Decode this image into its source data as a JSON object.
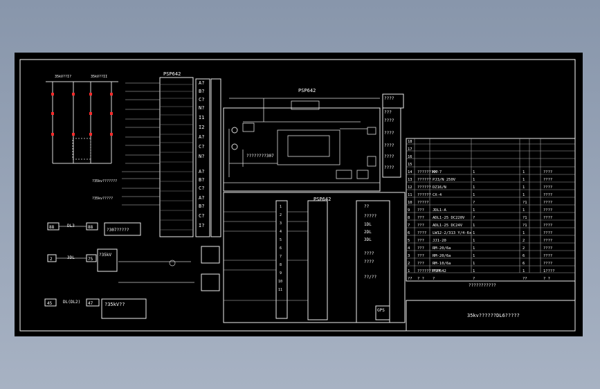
{
  "left_panel": {
    "bus_a": "35kV??I?",
    "bus_b": "35kV??II",
    "v_label_1": "?35kv???????",
    "v_label_2": "?35kv?????"
  },
  "devices": {
    "psp642_top": "PSP642",
    "psp642_mid": "PSP642",
    "psp642_low": "PSP642",
    "control_label": "????????307",
    "gps": "GPS"
  },
  "phases": [
    "A?",
    "B?",
    "C?",
    "N?",
    "I1",
    "I2",
    "A?",
    "C?",
    "N?",
    "A?",
    "B?",
    "C?",
    "A?",
    "B?",
    "C?",
    "I?"
  ],
  "signals": [
    "????",
    "???",
    "????",
    "????",
    "????",
    "????",
    "????"
  ],
  "breakers": [
    "??",
    "?????",
    "1DL",
    "2DL",
    "3DL",
    "????",
    "????",
    "??/??"
  ],
  "lower_left": {
    "box88": "88",
    "dl3": "DL3",
    "note_box": "?307?????",
    "box2": "2",
    "dl3b": "3DL",
    "box75": "75",
    "kv_box": "?35kV",
    "box45": "45",
    "dl": "DL(DL2)",
    "box47": "47",
    "bottom_note": "?35kV??"
  },
  "table": {
    "rows": [
      [
        "18",
        "",
        "",
        "",
        "",
        ""
      ],
      [
        "17",
        "",
        "",
        "",
        "",
        ""
      ],
      [
        "16",
        "",
        "",
        "",
        "",
        ""
      ],
      [
        "15",
        "",
        "",
        "",
        "",
        ""
      ],
      [
        "14",
        "?????????",
        "KK-7",
        "1",
        "1",
        "????"
      ],
      [
        "13",
        "??????",
        "PJ3/N 250V",
        "1",
        "1",
        "????"
      ],
      [
        "12",
        "??????",
        "DZ16/N",
        "1",
        "1",
        "????"
      ],
      [
        "11",
        "??????",
        "CX-4",
        "1",
        "1",
        "????"
      ],
      [
        "10",
        "?????",
        "",
        "?",
        "?1",
        "????"
      ],
      [
        "9",
        "???",
        "JDL1-A",
        "1",
        "1",
        "????"
      ],
      [
        "8",
        "???",
        "ADL1-25 DC220V",
        "?",
        "?1",
        "????"
      ],
      [
        "7",
        "???",
        "ADL1-25 DC24V",
        "1",
        "?1",
        "????"
      ],
      [
        "6",
        "????",
        "LW12-2/313 Y/4-6x",
        "1",
        "1",
        "????"
      ],
      [
        "5",
        "???",
        "JJ1-20",
        "1",
        "2",
        "????"
      ],
      [
        "4",
        "???",
        "RM-20/6a",
        "1",
        "2",
        "????"
      ],
      [
        "3",
        "???",
        "RM-20/6a",
        "1",
        "6",
        "????"
      ],
      [
        "2",
        "???",
        "RM-10/6a",
        "1",
        "6",
        "????"
      ],
      [
        "1",
        "??????????",
        "PSP642",
        "1",
        "1",
        "1????"
      ],
      [
        "??",
        "? ?",
        "?",
        "?",
        "??",
        "? ?"
      ]
    ]
  },
  "title_block": {
    "subtitle": "???????????",
    "title": "35kv??????DL6?????"
  }
}
